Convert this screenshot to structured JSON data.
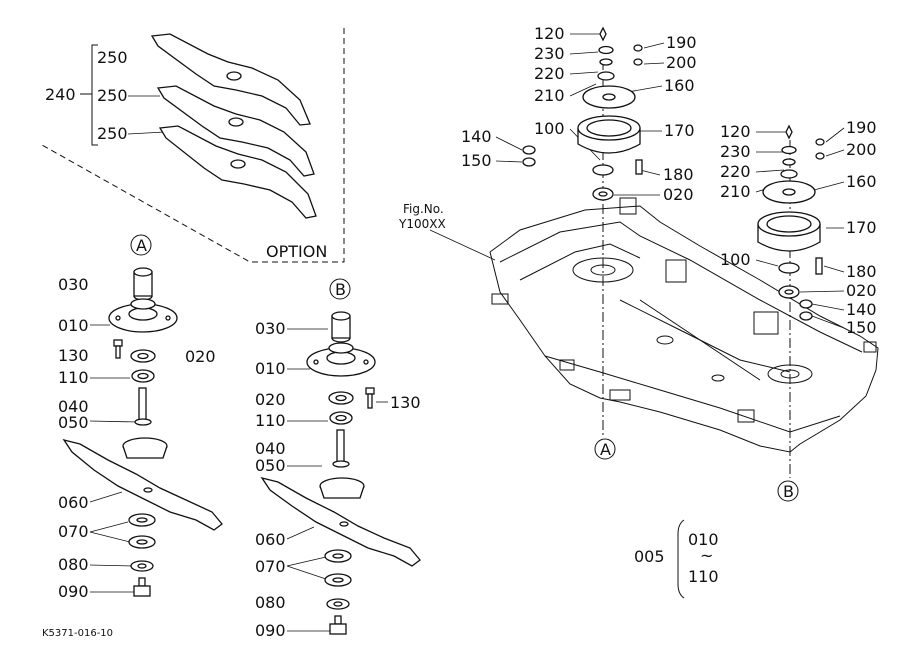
{
  "option_box": {
    "title": "OPTION",
    "group_label": "240",
    "blade_labels": [
      "250",
      "250",
      "250"
    ]
  },
  "detail_a": {
    "marker": "A",
    "labels": [
      "030",
      "010",
      "130",
      "020",
      "110",
      "040",
      "050",
      "060",
      "070",
      "080",
      "090"
    ]
  },
  "detail_b": {
    "marker": "B",
    "labels": [
      "030",
      "010",
      "020",
      "130",
      "110",
      "040",
      "050",
      "060",
      "070",
      "080",
      "090"
    ]
  },
  "deck": {
    "fig_ref_line1": "Fig.No.",
    "fig_ref_line2": "Y100XX",
    "marker_a": "A",
    "marker_b": "B",
    "left_stack": [
      "120",
      "230",
      "220",
      "210",
      "160",
      "170",
      "100",
      "180",
      "020",
      "190",
      "200",
      "140",
      "150"
    ],
    "right_stack": [
      "120",
      "230",
      "220",
      "210",
      "190",
      "200",
      "160",
      "170",
      "100",
      "180",
      "020",
      "140",
      "150"
    ]
  },
  "range_note": {
    "label": "005",
    "from": "010",
    "tilde": "~",
    "to": "110"
  },
  "figure_code": "K5371-016-10"
}
